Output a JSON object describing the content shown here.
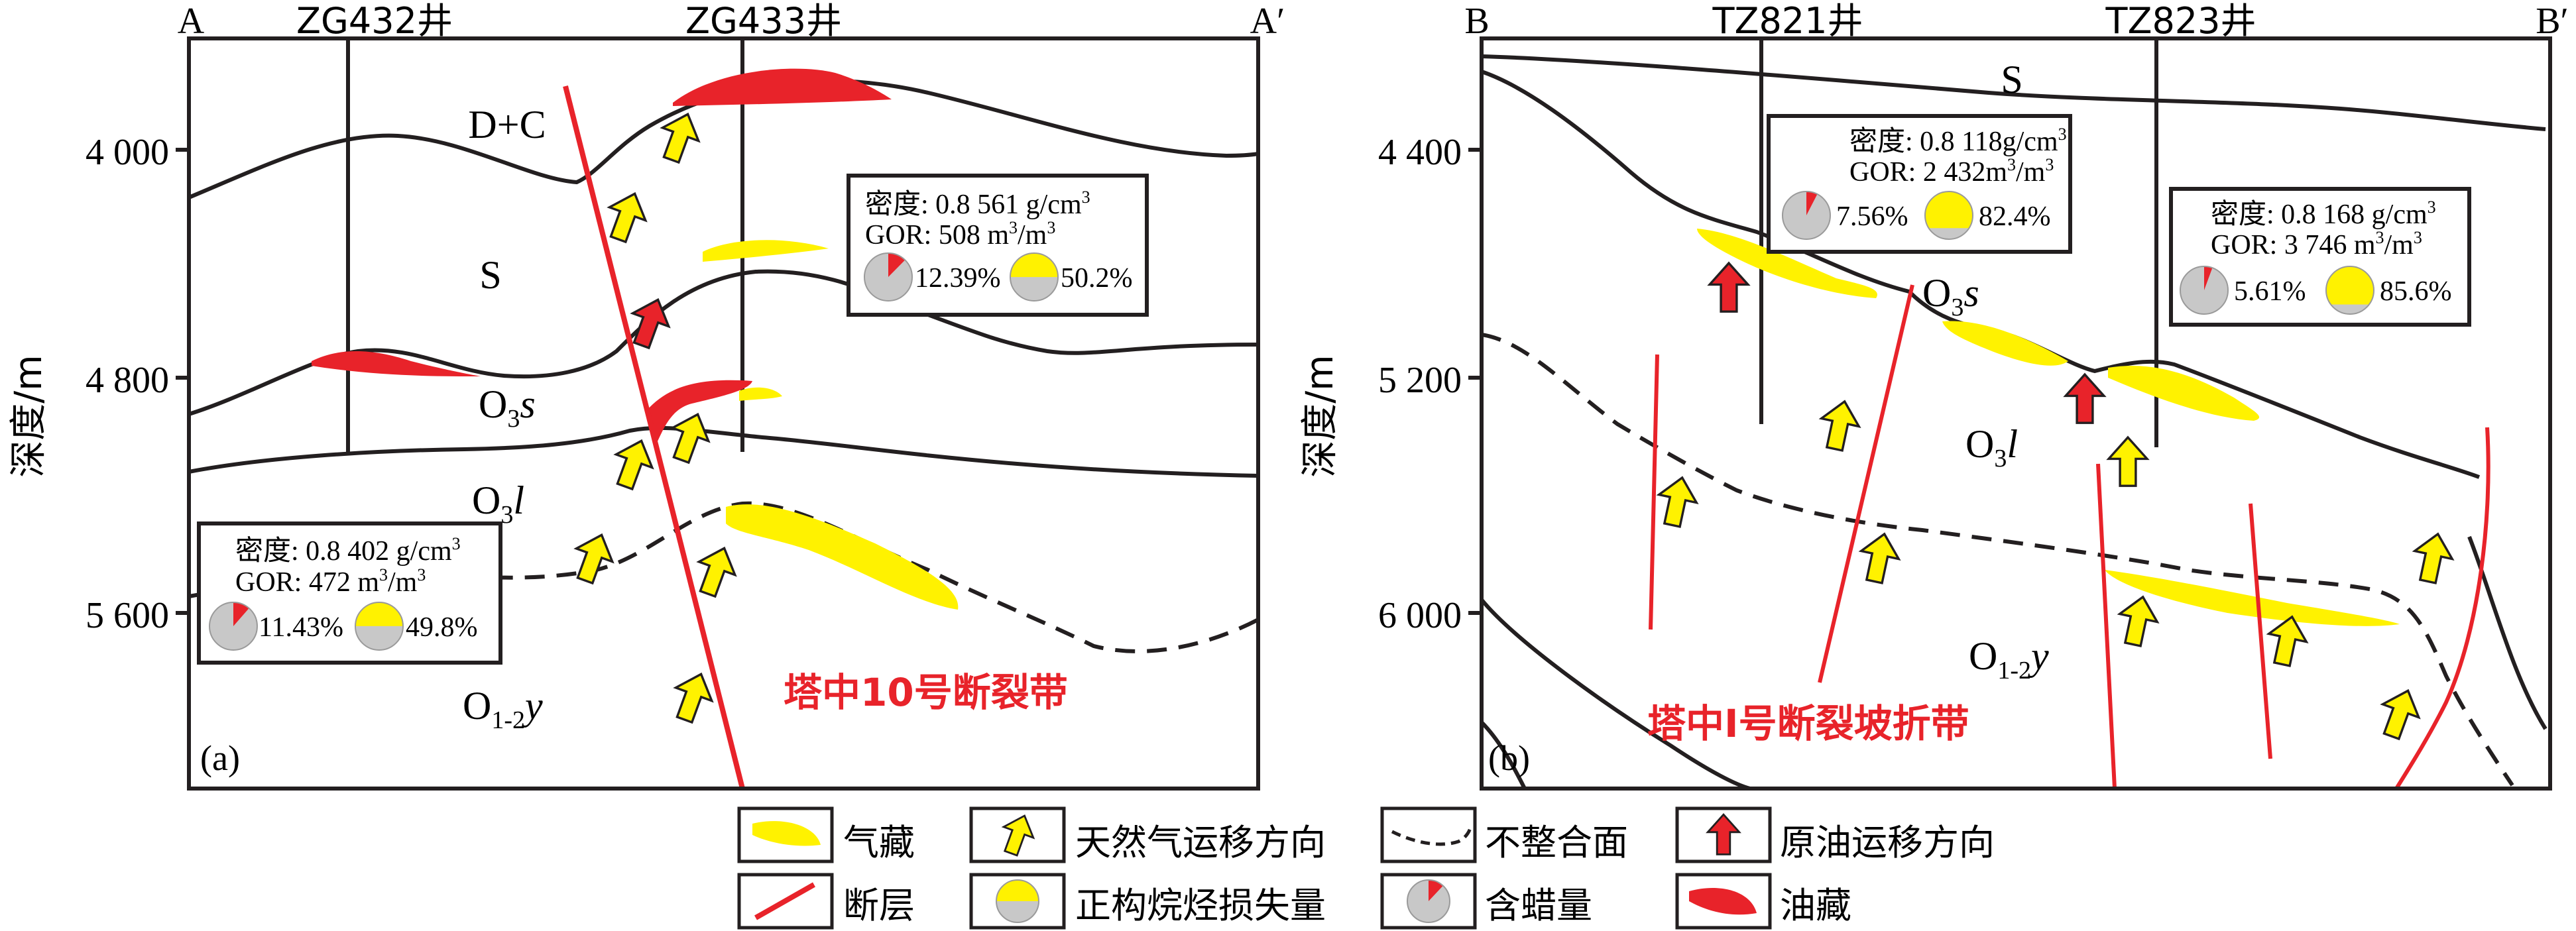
{
  "colors": {
    "fault": "#e8232a",
    "oil": "#e8232a",
    "gas": "#fff200",
    "line": "#231f20",
    "pie_grey": "#c8c8c8"
  },
  "panel_a": {
    "tag": "(a)",
    "left_label": "A",
    "right_label": "A′",
    "wells": [
      "ZG432井",
      "ZG433井"
    ],
    "axis_title": "深度/m",
    "ticks": [
      "4 000",
      "4 800",
      "5 600"
    ],
    "strata": [
      "D+C",
      "S",
      "O",
      "3",
      "s",
      "O",
      "3",
      "l",
      "O",
      "1-2",
      "y"
    ],
    "fault_zone": "塔中10号断裂带",
    "box1": {
      "density_label": "密度: 0.8 561 g/cm",
      "density_sup": "3",
      "gor_label": "GOR: 508 m",
      "gor_sup1": "3",
      "gor_slash": "/m",
      "gor_sup2": "3",
      "wax": "12.39%",
      "loss": "50.2%",
      "wax_fraction": 0.1239,
      "loss_fraction": 0.502
    },
    "box2": {
      "density_label": "密度: 0.8 402 g/cm",
      "density_sup": "3",
      "gor_label": "GOR: 472 m",
      "gor_sup1": "3",
      "gor_slash": "/m",
      "gor_sup2": "3",
      "wax": "11.43%",
      "loss": "49.8%",
      "wax_fraction": 0.1143,
      "loss_fraction": 0.498
    }
  },
  "panel_b": {
    "tag": "(b)",
    "left_label": "B",
    "right_label": "B′",
    "wells": [
      "TZ821井",
      "TZ823井"
    ],
    "axis_title": "深度/m",
    "ticks": [
      "4 400",
      "5 200",
      "6 000"
    ],
    "strata": [
      "S",
      "O",
      "3",
      "s",
      "O",
      "3",
      "l",
      "O",
      "1-2",
      "y"
    ],
    "fault_zone": "塔中Ⅰ号断裂坡折带",
    "box1": {
      "density_label": "密度: 0.8 118g/cm",
      "density_sup": "3",
      "gor_label": "GOR: 2 432m",
      "gor_sup1": "3",
      "gor_slash": "/m",
      "gor_sup2": "3",
      "wax": "7.56%",
      "loss": "82.4%",
      "wax_fraction": 0.0756,
      "loss_fraction": 0.824
    },
    "box2": {
      "density_label": "密度: 0.8 168 g/cm",
      "density_sup": "3",
      "gor_label": "GOR: 3 746 m",
      "gor_sup1": "3",
      "gor_slash": "/m",
      "gor_sup2": "3",
      "wax": "5.61%",
      "loss": "85.6%",
      "wax_fraction": 0.0561,
      "loss_fraction": 0.856
    }
  },
  "legend": {
    "gas": "气藏",
    "gas_migration": "天然气运移方向",
    "unconformity": "不整合面",
    "oil_migration": "原油运移方向",
    "fault": "断层",
    "alkane_loss": "正构烷烃损失量",
    "wax": "含蜡量",
    "oil": "油藏"
  }
}
